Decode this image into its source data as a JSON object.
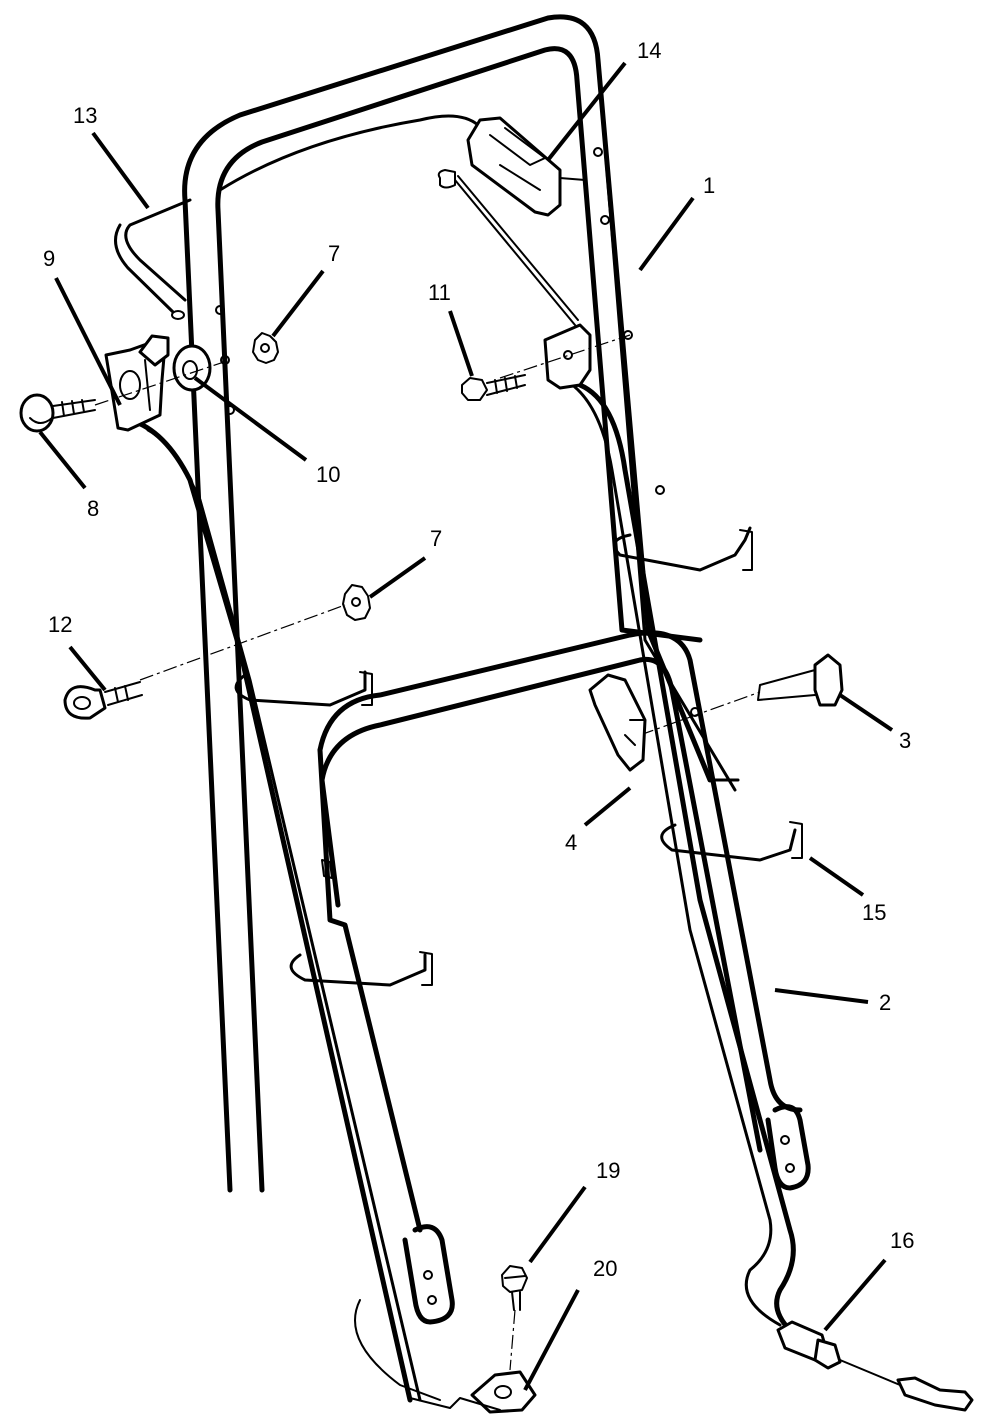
{
  "callouts": [
    {
      "id": "c1",
      "text": "1"
    },
    {
      "id": "c2",
      "text": "2"
    },
    {
      "id": "c3",
      "text": "3"
    },
    {
      "id": "c4",
      "text": "4"
    },
    {
      "id": "c7a",
      "text": "7"
    },
    {
      "id": "c7b",
      "text": "7"
    },
    {
      "id": "c8",
      "text": "8"
    },
    {
      "id": "c9",
      "text": "9"
    },
    {
      "id": "c10",
      "text": "10"
    },
    {
      "id": "c11",
      "text": "11"
    },
    {
      "id": "c12",
      "text": "12"
    },
    {
      "id": "c13",
      "text": "13"
    },
    {
      "id": "c14",
      "text": "14"
    },
    {
      "id": "c15",
      "text": "15"
    },
    {
      "id": "c16",
      "text": "16"
    },
    {
      "id": "c19",
      "text": "19"
    },
    {
      "id": "c20",
      "text": "20"
    }
  ]
}
